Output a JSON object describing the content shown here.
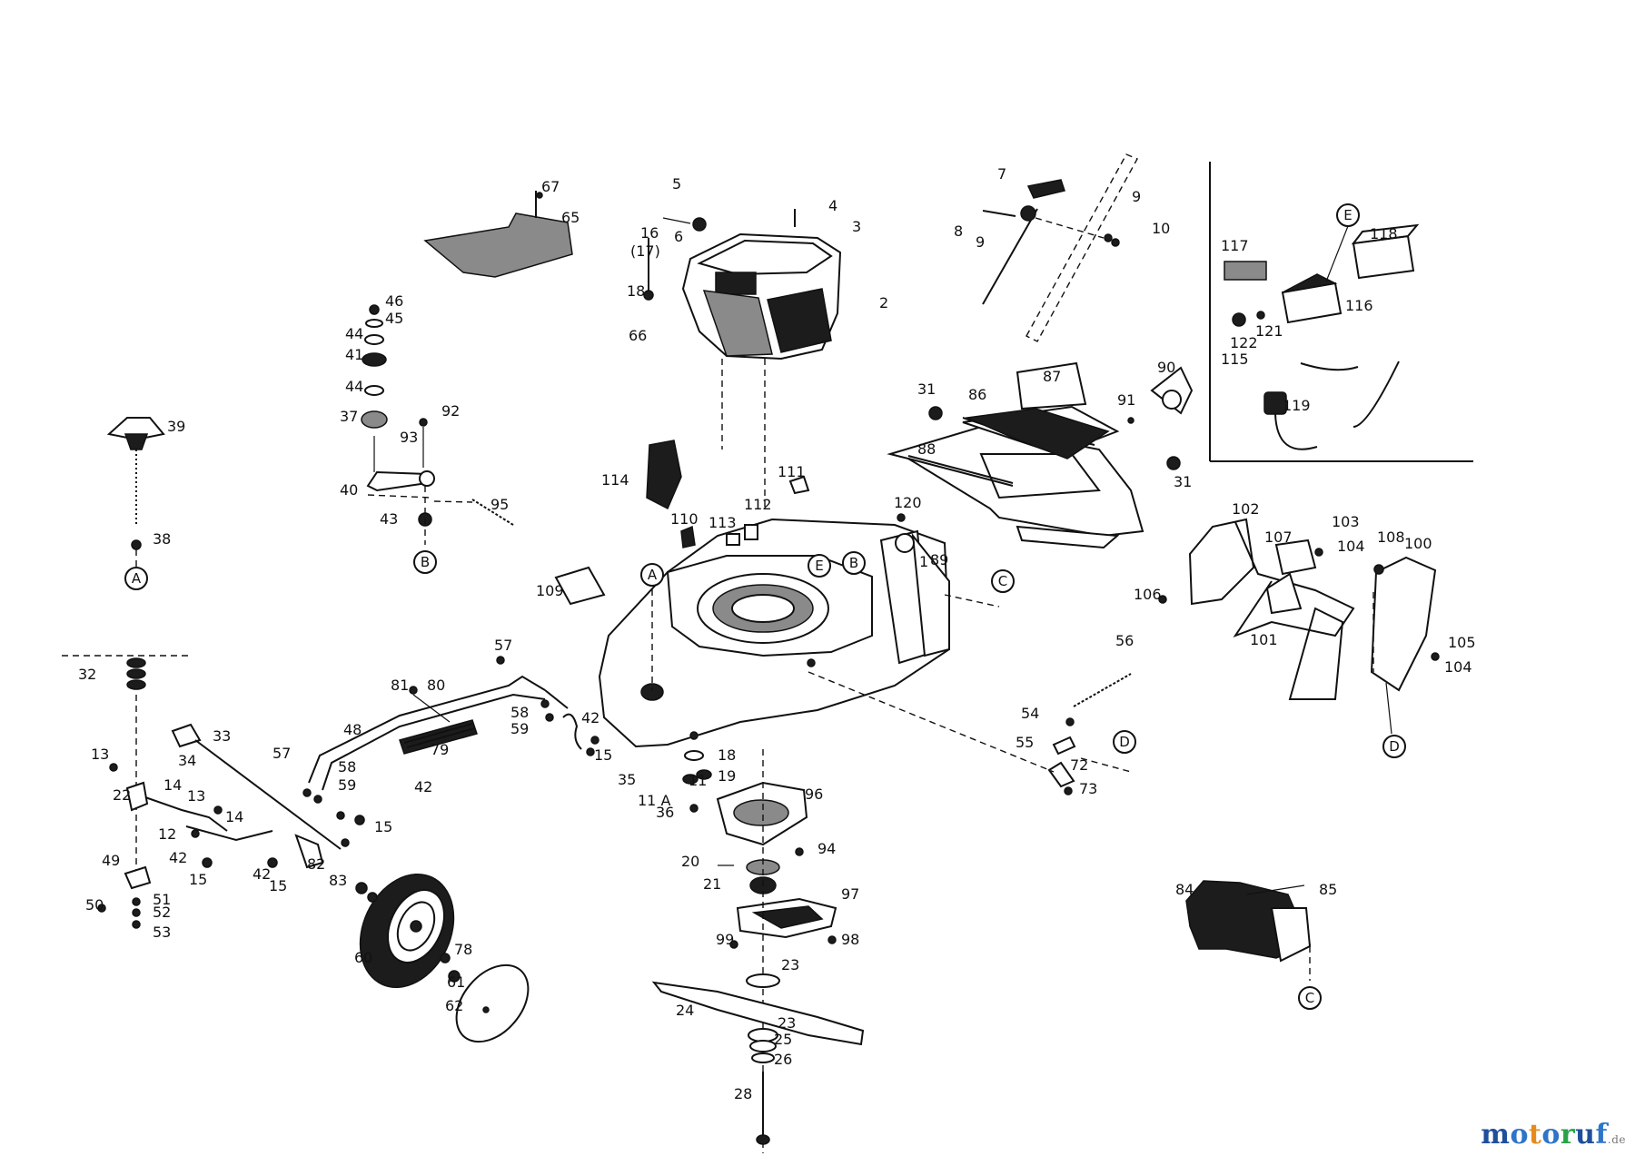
{
  "watermark": {
    "letters": [
      "m",
      "o",
      "t",
      "o",
      "r",
      "u",
      "f"
    ],
    "letter_colors": [
      "#1f4e9c",
      "#2e74c9",
      "#e58a1e",
      "#2e74c9",
      "#2aa24a",
      "#1f4e9c",
      "#2e74c9"
    ],
    "suffix": ".de"
  },
  "callouts": [
    "A",
    "B",
    "C",
    "D",
    "E"
  ],
  "part_labels": [
    "1",
    "2",
    "3",
    "4",
    "5",
    "6",
    "7",
    "8",
    "9",
    "9",
    "10",
    "11",
    "11 A",
    "12",
    "13",
    "13",
    "14",
    "14",
    "15",
    "15",
    "15",
    "15",
    "16",
    "(17)",
    "18",
    "18",
    "19",
    "20",
    "21",
    "22",
    "23",
    "23",
    "24",
    "25",
    "26",
    "28",
    "31",
    "31",
    "32",
    "33",
    "34",
    "35",
    "36",
    "37",
    "38",
    "39",
    "40",
    "41",
    "42",
    "42",
    "42",
    "42",
    "43",
    "44",
    "44",
    "45",
    "46",
    "48",
    "49",
    "50",
    "51",
    "52",
    "53",
    "54",
    "55",
    "56",
    "57",
    "57",
    "58",
    "58",
    "59",
    "59",
    "60",
    "61",
    "62",
    "65",
    "66",
    "67",
    "72",
    "73",
    "78",
    "79",
    "80",
    "81",
    "82",
    "83",
    "84",
    "85",
    "86",
    "87",
    "88",
    "89",
    "90",
    "91",
    "92",
    "93",
    "94",
    "95",
    "96",
    "97",
    "98",
    "99",
    "100",
    "101",
    "102",
    "103",
    "104",
    "104",
    "105",
    "106",
    "107",
    "108",
    "109",
    "110",
    "111",
    "112",
    "113",
    "114",
    "115",
    "116",
    "117",
    "118",
    "119",
    "120",
    "121",
    "122"
  ]
}
